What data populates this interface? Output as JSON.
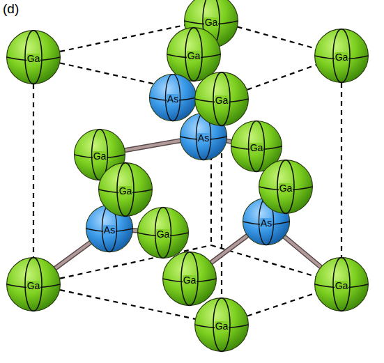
{
  "diagram": {
    "nodes": [
      {
        "text": [
          "Ga"
        ]
      },
      {
        "text": [
          "Ga"
        ]
      },
      {
        "text": [
          "Ga"
        ]
      },
      {
        "text": [
          "Ga"
        ]
      },
      {
        "text": [
          "As"
        ]
      },
      {
        "text": [
          "Ga"
        ]
      },
      {
        "text": [
          "As"
        ]
      },
      {
        "text": [
          "Ga"
        ]
      },
      {
        "text": [
          "Ga"
        ]
      },
      {
        "text": [
          "Ga"
        ]
      },
      {
        "text": [
          "Ga"
        ]
      },
      {
        "text": [
          "Ga"
        ]
      },
      {
        "text": [
          "As"
        ]
      },
      {
        "text": [
          "As"
        ]
      },
      {
        "text": [
          "Ga"
        ]
      },
      {
        "text": [
          "Ga"
        ]
      },
      {
        "text": [
          "Ga"
        ]
      },
      {
        "text": [
          "Ga"
        ]
      }
    ],
    "edges": [
      {
        "from": 4,
        "to": 1,
        "arrow": "none"
      },
      {
        "from": 6,
        "to": 8,
        "arrow": "none"
      },
      {
        "from": 6,
        "to": 7,
        "arrow": "none"
      },
      {
        "from": 6,
        "to": 5,
        "arrow": "none"
      },
      {
        "from": 12,
        "to": 15,
        "arrow": "none"
      },
      {
        "from": 12,
        "to": 10,
        "arrow": "none"
      },
      {
        "from": 12,
        "to": 11,
        "arrow": "none"
      },
      {
        "from": 13,
        "to": 14,
        "arrow": "none"
      },
      {
        "from": 13,
        "to": 16,
        "arrow": "none"
      },
      {
        "from": 13,
        "to": 9,
        "arrow": "none"
      }
    ],
    "labels": [
      "(d)"
    ]
  }
}
